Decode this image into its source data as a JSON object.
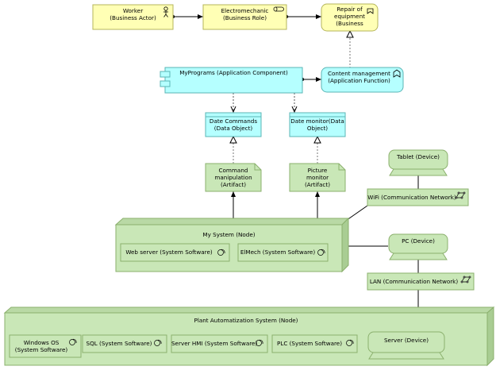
{
  "colors": {
    "business": "#ffffb5",
    "business_border": "#b5b55a",
    "application": "#b5ffff",
    "application_border": "#5ab5b5",
    "technology": "#c9e7b7",
    "technology_border": "#8bb06d",
    "line": "#000000",
    "dotted": "#555555"
  },
  "business": {
    "worker": {
      "line1": "Worker",
      "line2": "(Business Actor)",
      "icon": "actor-icon"
    },
    "electromechanic": {
      "line1": "Electromechanic",
      "line2": "(Business Role)",
      "icon": "role-icon"
    },
    "repair": {
      "line1": "Repair of",
      "line2": "equipment",
      "line3": "(Business",
      "icon": "service-icon"
    }
  },
  "application": {
    "myprograms": {
      "label": "MyPrograms (Application Component)",
      "icon": "component-icon"
    },
    "content_mgmt": {
      "line1": "Content management",
      "line2": "(Application Function)",
      "icon": "function-icon"
    },
    "date_commands": {
      "line1": "Date Commands",
      "line2": "(Data Object)"
    },
    "date_monitor": {
      "line1": "Date monitor(Data",
      "line2": "Object)"
    }
  },
  "artifacts": {
    "command": {
      "line1": "Command",
      "line2": "manipulation",
      "line3": "(Artifact)"
    },
    "picture": {
      "line1": "Picture",
      "line2": "monitor",
      "line3": "(Artifact)"
    }
  },
  "technology": {
    "tablet": "Tablet (Device)",
    "wifi": "WiFi (Communication Network)",
    "pc": "PC (Device)",
    "lan": "LAN (Communication Network)",
    "my_system": {
      "label": "My System (Node)",
      "web_server": "Web server (System Software)",
      "elmech": "ElMech (System Software)"
    },
    "plant": {
      "label": "Plant Automatization System (Node)",
      "windows_os_line1": "Windows OS",
      "windows_os_line2": "(System Software)",
      "sql": "SQL (System Software)",
      "server_hmi": "Server HMI (System Software)",
      "plc": "PLC (System Software)",
      "server_device": "Server (Device)"
    }
  }
}
